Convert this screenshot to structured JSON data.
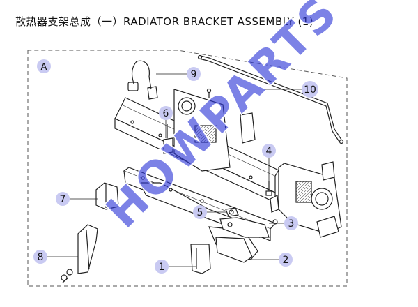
{
  "title": "散热器支架总成（一）RADIATOR BRACKET ASSEMBLY (1)",
  "section_label": "A",
  "watermark": "HOWPARTS",
  "callouts": [
    "1",
    "2",
    "3",
    "4",
    "5",
    "6",
    "7",
    "8",
    "9",
    "10"
  ],
  "colors": {
    "bubble": "#c9caf2",
    "line": "#222222",
    "watermark": "#2b36d6"
  }
}
